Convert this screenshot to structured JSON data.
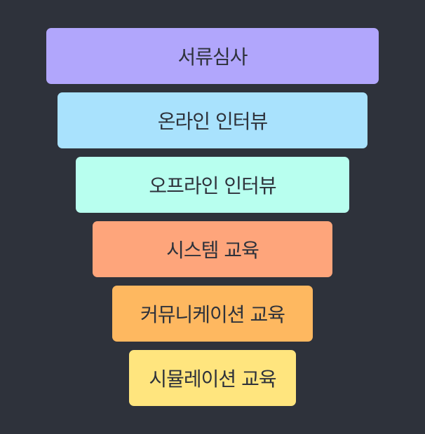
{
  "funnel": {
    "stages": [
      {
        "label": "서류심사",
        "color": "#b1a6fc"
      },
      {
        "label": "온라인 인터뷰",
        "color": "#a9e2fd"
      },
      {
        "label": "오프라인 인터뷰",
        "color": "#b8ffef"
      },
      {
        "label": "시스템 교육",
        "color": "#fea57b"
      },
      {
        "label": "커뮤니케이션 교육",
        "color": "#feb860"
      },
      {
        "label": "시뮬레이션 교육",
        "color": "#ffe57e"
      }
    ]
  }
}
